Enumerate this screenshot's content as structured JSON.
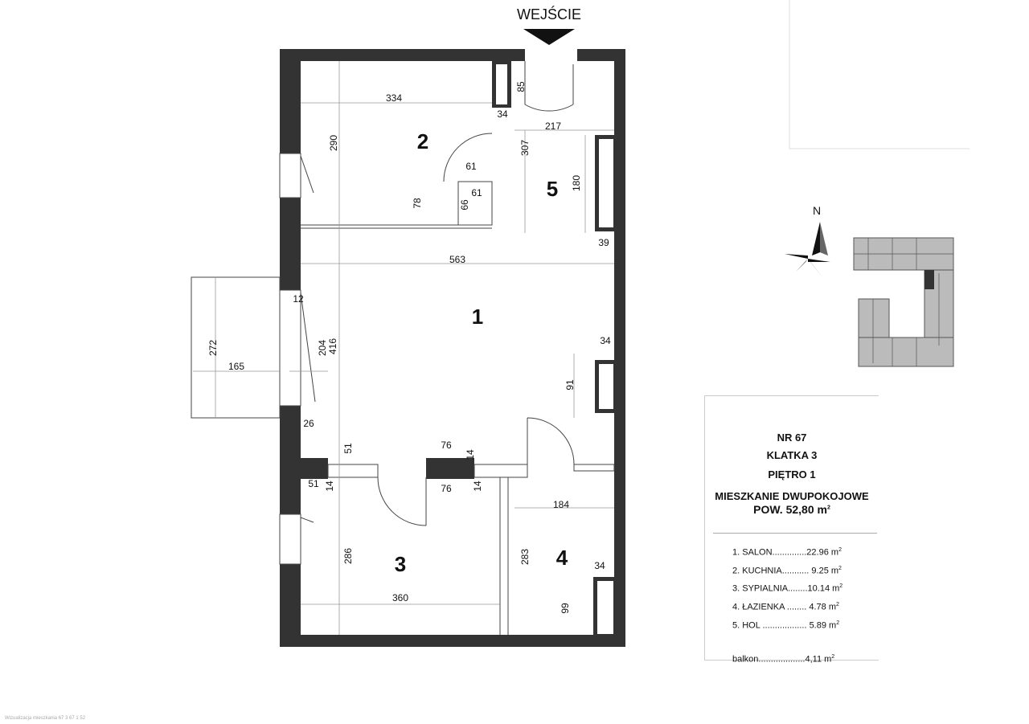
{
  "entrance_label": "WEJŚCIE",
  "north_label": "N",
  "rooms": [
    "1",
    "2",
    "3",
    "4",
    "5"
  ],
  "dims": {
    "d334": "334",
    "d34a": "34",
    "d85": "85",
    "d217": "217",
    "d290": "290",
    "d307": "307",
    "d61a": "61",
    "d61b": "61",
    "d78": "78",
    "d66": "66",
    "d180": "180",
    "d39": "39",
    "d563": "563",
    "d12": "12",
    "d204": "204",
    "d416": "416",
    "d272": "272",
    "d165": "165",
    "d34b": "34",
    "d91": "91",
    "d26": "26",
    "d51a": "51",
    "d76a": "76",
    "d14a": "14",
    "d51b": "51",
    "d14b": "14",
    "d76b": "76",
    "d14c": "14",
    "d184": "184",
    "d286": "286",
    "d283": "283",
    "d34c": "34",
    "d360": "360",
    "d99": "99"
  },
  "info": {
    "nr": "NR 67",
    "klatka": "KLATKA 3",
    "pietro": "PIĘTRO 1",
    "type": "MIESZKANIE DWUPOKOJOWE",
    "area_label": "POW. 52,80 m",
    "area_sup": "2",
    "rooms": [
      {
        "label": "1. SALON..............22.96 m"
      },
      {
        "label": "2. KUCHNIA........... 9.25 m"
      },
      {
        "label": "3. SYPIALNIA........10.14 m"
      },
      {
        "label": "4. ŁAZIENKA ........ 4.78 m"
      },
      {
        "label": "5. HOL .................. 5.89 m"
      }
    ],
    "balkon": "balkon...................4,11 m"
  },
  "watermark": "Wizualizacja mieszkania 67 3 67 1 52"
}
